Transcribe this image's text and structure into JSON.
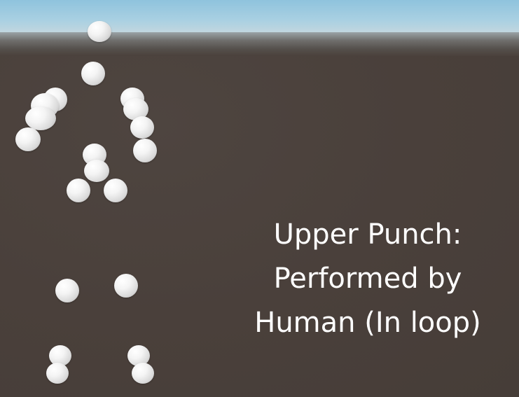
{
  "caption": {
    "line1": "Upper Punch:",
    "line2": "Performed by",
    "line3": "Human (In loop)"
  }
}
